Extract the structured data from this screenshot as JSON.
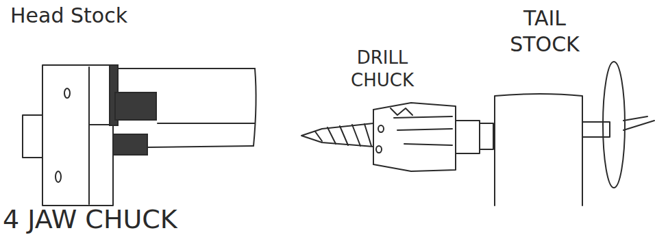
{
  "diagram": {
    "labels": [
      "Head Stock",
      "4 JAW CHUCK",
      "DRILL CHUCK",
      "TAIL STOCK"
    ]
  }
}
